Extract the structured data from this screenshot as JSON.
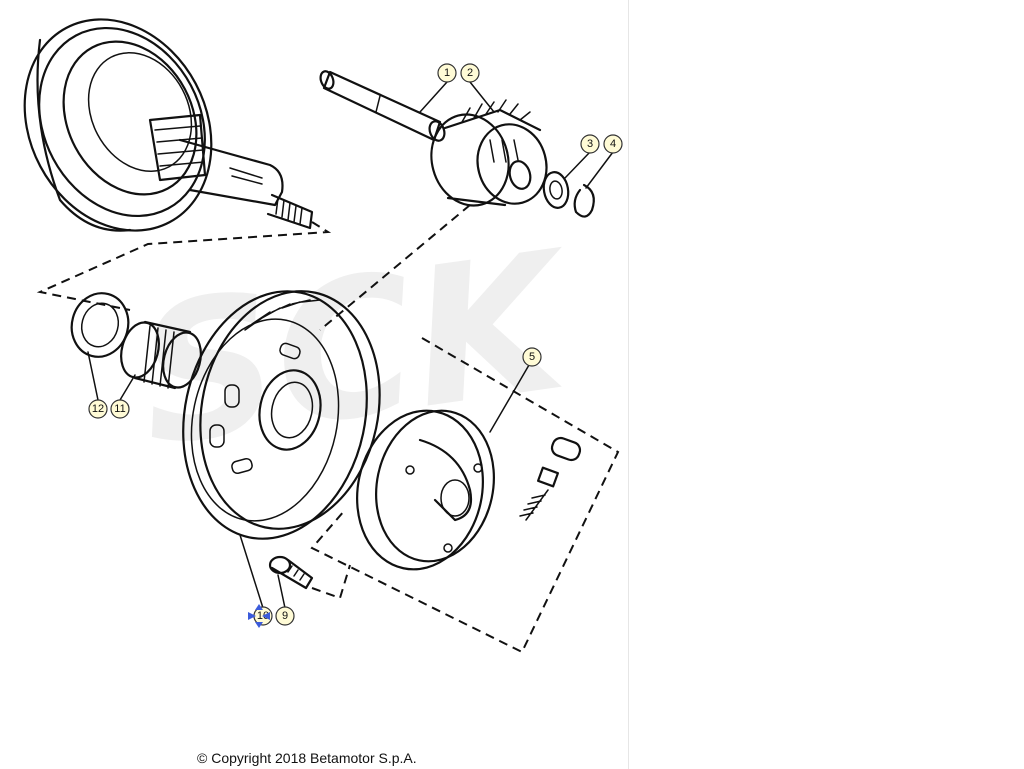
{
  "diagram": {
    "callouts": [
      {
        "id": "1",
        "label": "1"
      },
      {
        "id": "2",
        "label": "2"
      },
      {
        "id": "3",
        "label": "3"
      },
      {
        "id": "4",
        "label": "4"
      },
      {
        "id": "5",
        "label": "5"
      },
      {
        "id": "9",
        "label": "9"
      },
      {
        "id": "10",
        "label": "10"
      },
      {
        "id": "11",
        "label": "11"
      },
      {
        "id": "12",
        "label": "12"
      }
    ],
    "watermark": "SCK"
  },
  "footer": {
    "copyright": "© Copyright 2018 Betamotor S.p.A."
  }
}
